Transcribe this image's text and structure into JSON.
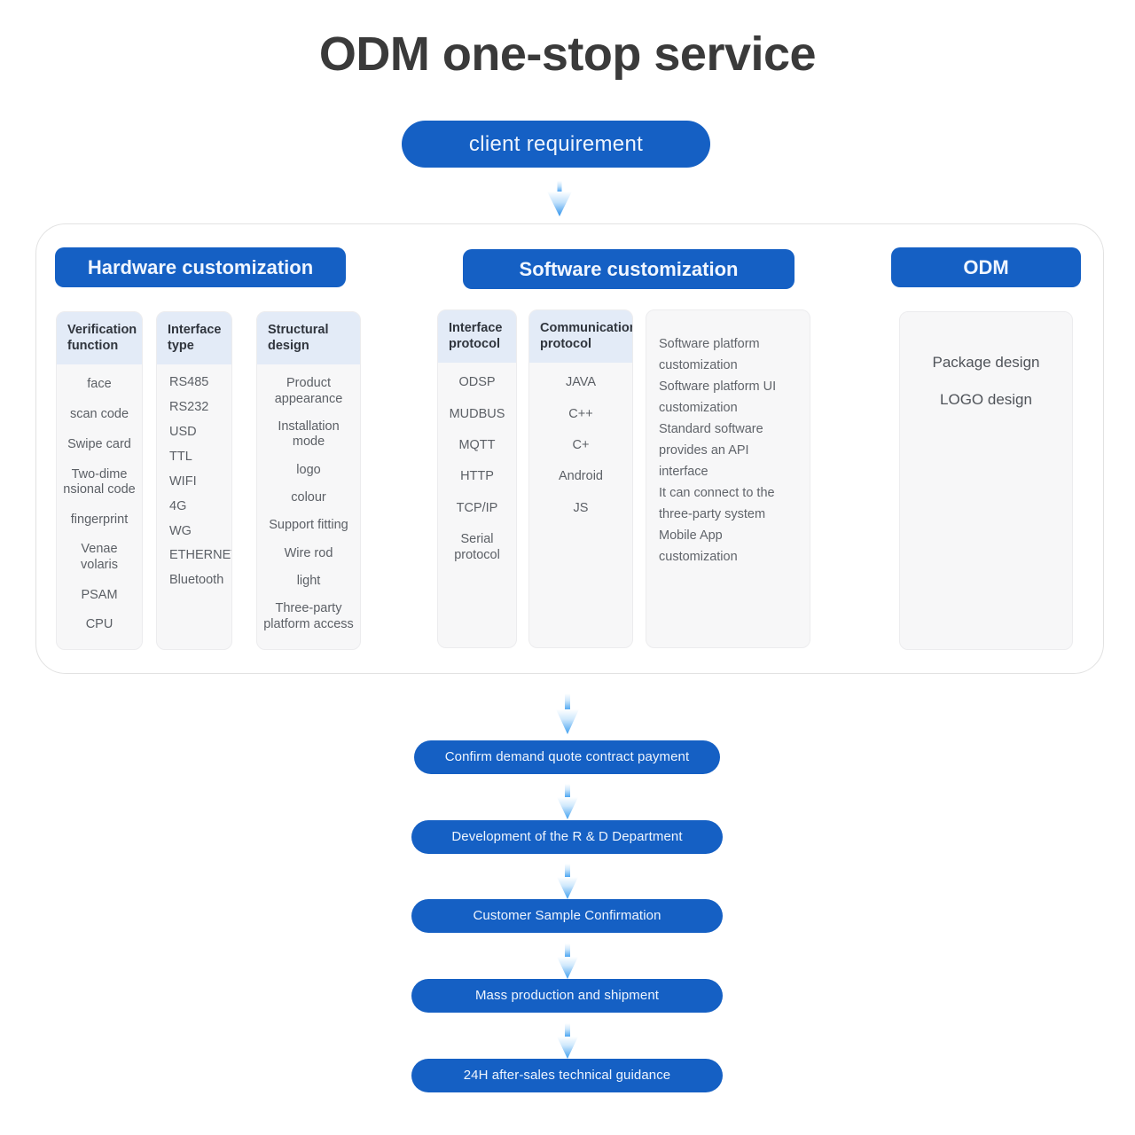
{
  "page": {
    "title": "ODM one-stop service",
    "accent_blue": "#1560c4",
    "card_bg": "#f7f7f8",
    "card_header_bg": "#e3ebf7",
    "arrow_color": "#3e9ff0"
  },
  "entry": {
    "label": "client  requirement"
  },
  "groups": [
    {
      "title": "Hardware customization",
      "columns": [
        {
          "header": "Verification function",
          "align": "center",
          "items": [
            "face",
            "scan  code",
            "Swipe card",
            "Two-dime nsional code",
            "fingerprint",
            "Venae volaris",
            "PSAM",
            "CPU"
          ]
        },
        {
          "header": "Interface type",
          "align": "left",
          "items": [
            "RS485",
            "RS232",
            "USD",
            "TTL",
            "WIFI",
            "4G",
            "WG",
            "ETHERNET",
            "Bluetooth"
          ]
        },
        {
          "header": "Structural design",
          "align": "center",
          "items": [
            "Product appearance",
            "Installation mode",
            "logo",
            "colour",
            "Support fitting",
            "Wire rod",
            "light",
            "Three-party platform access"
          ]
        }
      ]
    },
    {
      "title": "Software customization",
      "columns": [
        {
          "header": "Interface protocol",
          "align": "center",
          "items": [
            "ODSP",
            "MUDBUS",
            "MQTT",
            "HTTP",
            "TCP/IP",
            "Serial protocol"
          ]
        },
        {
          "header": "Communication protocol",
          "align": "center",
          "items": [
            "JAVA",
            "C++",
            "C+",
            "Android",
            "JS"
          ]
        }
      ],
      "notes": [
        "Software platform",
        "customization",
        "Software platform UI",
        "customization",
        "Standard software",
        "provides an API interface",
        "It can connect to the",
        "three-party system",
        "Mobile App",
        "customization"
      ]
    },
    {
      "title": "ODM",
      "items": [
        "Package design",
        "LOGO design"
      ]
    }
  ],
  "flow_steps": [
    "Confirm demand quote contract payment",
    "Development of the R & D Department",
    "Customer Sample Confirmation",
    "Mass production and shipment",
    "24H after-sales technical guidance"
  ]
}
